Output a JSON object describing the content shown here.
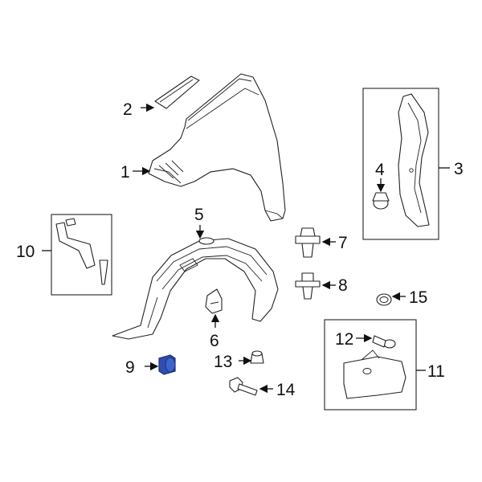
{
  "callouts": {
    "c1": "1",
    "c2": "2",
    "c3": "3",
    "c4": "4",
    "c5": "5",
    "c6": "6",
    "c7": "7",
    "c8": "8",
    "c9": "9",
    "c10": "10",
    "c11": "11",
    "c12": "12",
    "c13": "13",
    "c14": "14",
    "c15": "15"
  },
  "colors": {
    "line": "#222222",
    "highlight_fill": "#2d4fb3",
    "highlight_stroke": "#1a2f77",
    "background": "#ffffff"
  },
  "highlighted_part": "9"
}
